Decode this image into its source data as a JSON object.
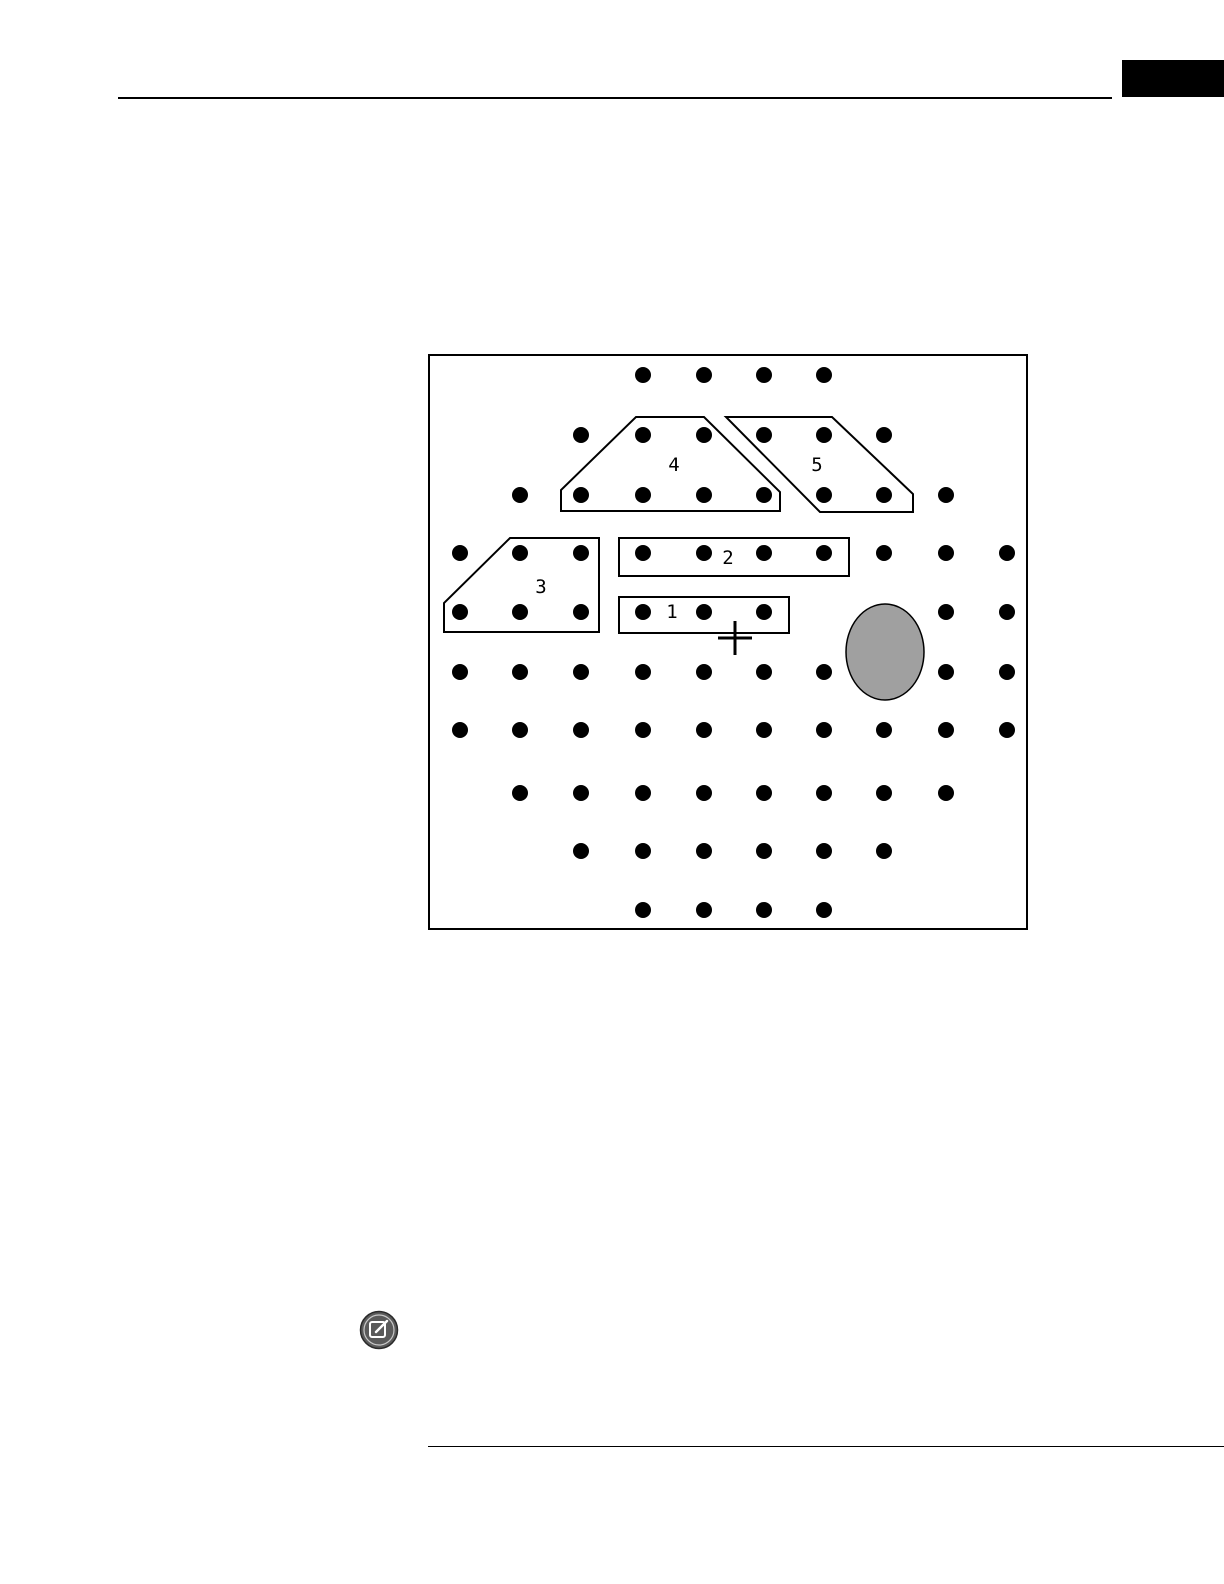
{
  "header": {
    "tab_color": "#000000"
  },
  "figure": {
    "background": "#ffffff",
    "point_color": "#000000",
    "blind_spot_color": "#a0a0a0",
    "zones": [
      {
        "label": "1"
      },
      {
        "label": "2"
      },
      {
        "label": "3"
      },
      {
        "label": "4"
      },
      {
        "label": "5"
      }
    ],
    "fixation_marker": "+",
    "icons": {
      "fixation": "crosshair-icon",
      "blind_spot": "blind-spot-ellipse"
    }
  },
  "note": {
    "icon": "note-edit-icon"
  }
}
